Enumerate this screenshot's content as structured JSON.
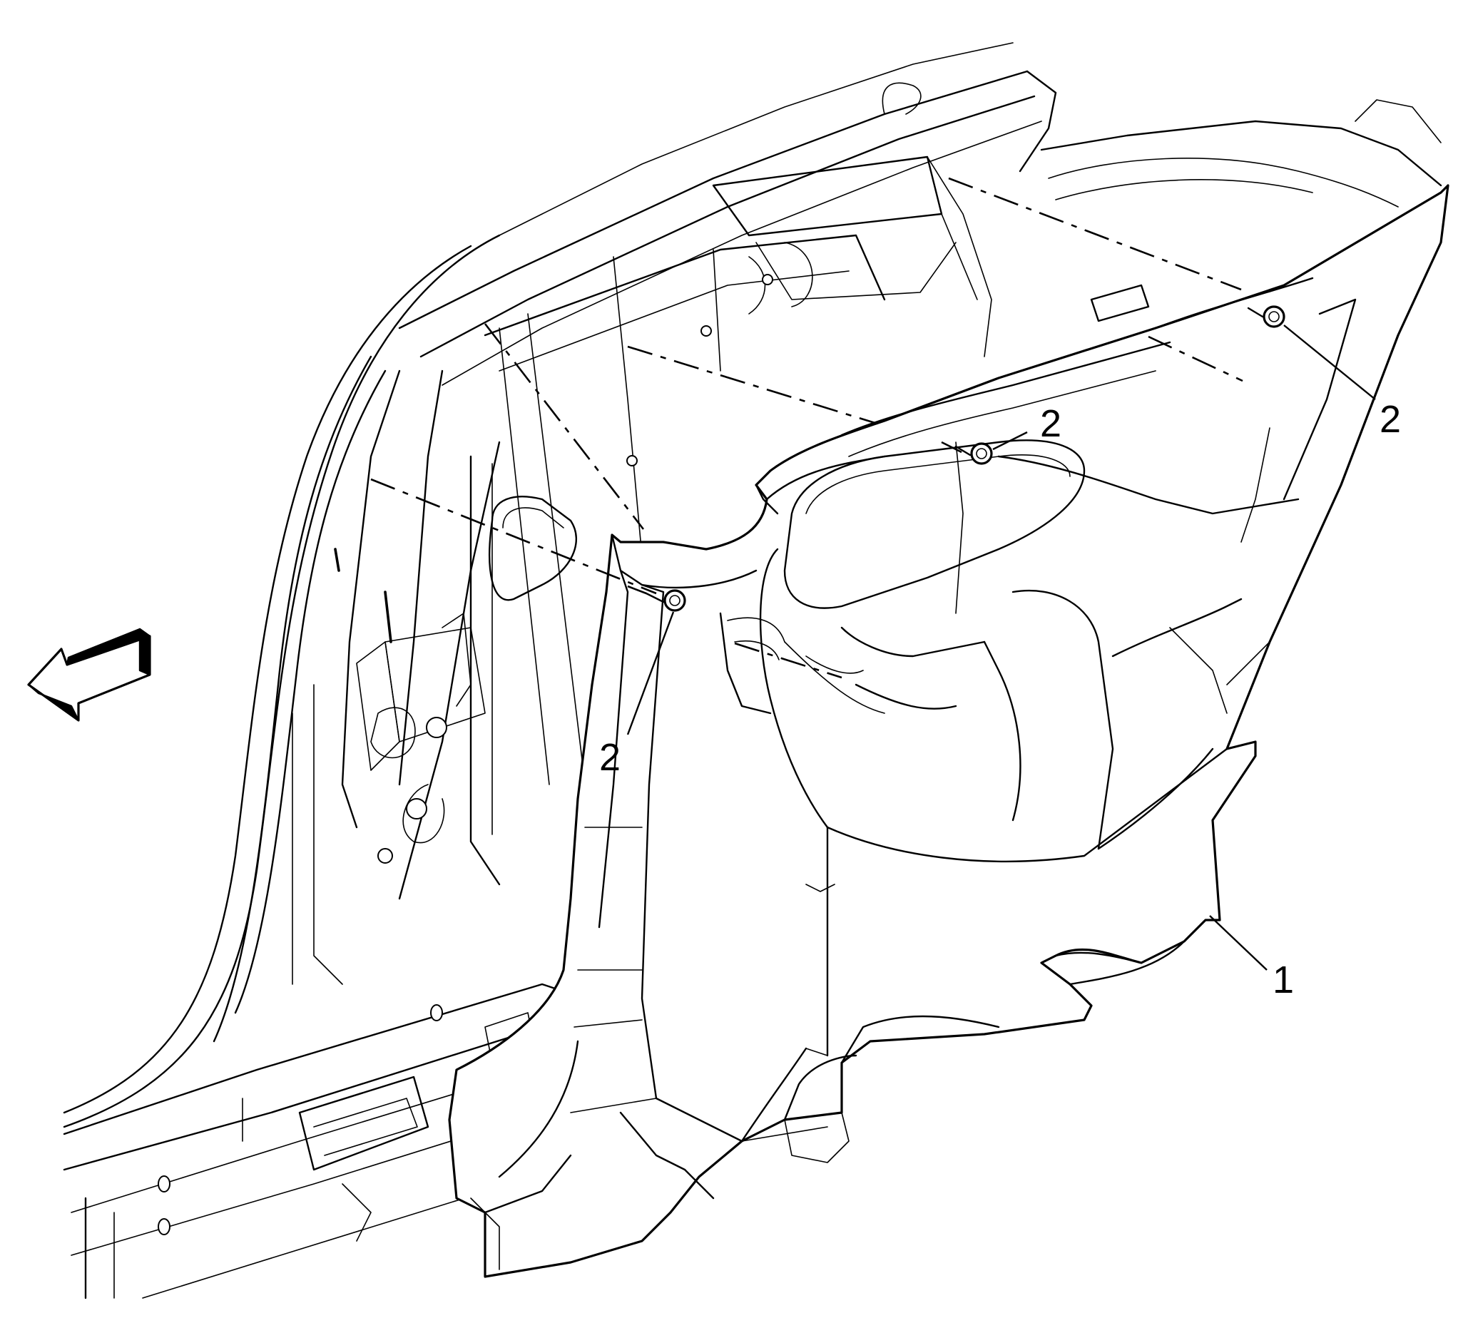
{
  "callouts": {
    "trim_panel": "1",
    "fastener_left": "2",
    "fastener_center": "2",
    "fastener_right": "2"
  },
  "icons": {
    "direction_arrow": "forward-arrow-icon"
  },
  "colors": {
    "ink": "#000000",
    "paper": "#ffffff"
  }
}
